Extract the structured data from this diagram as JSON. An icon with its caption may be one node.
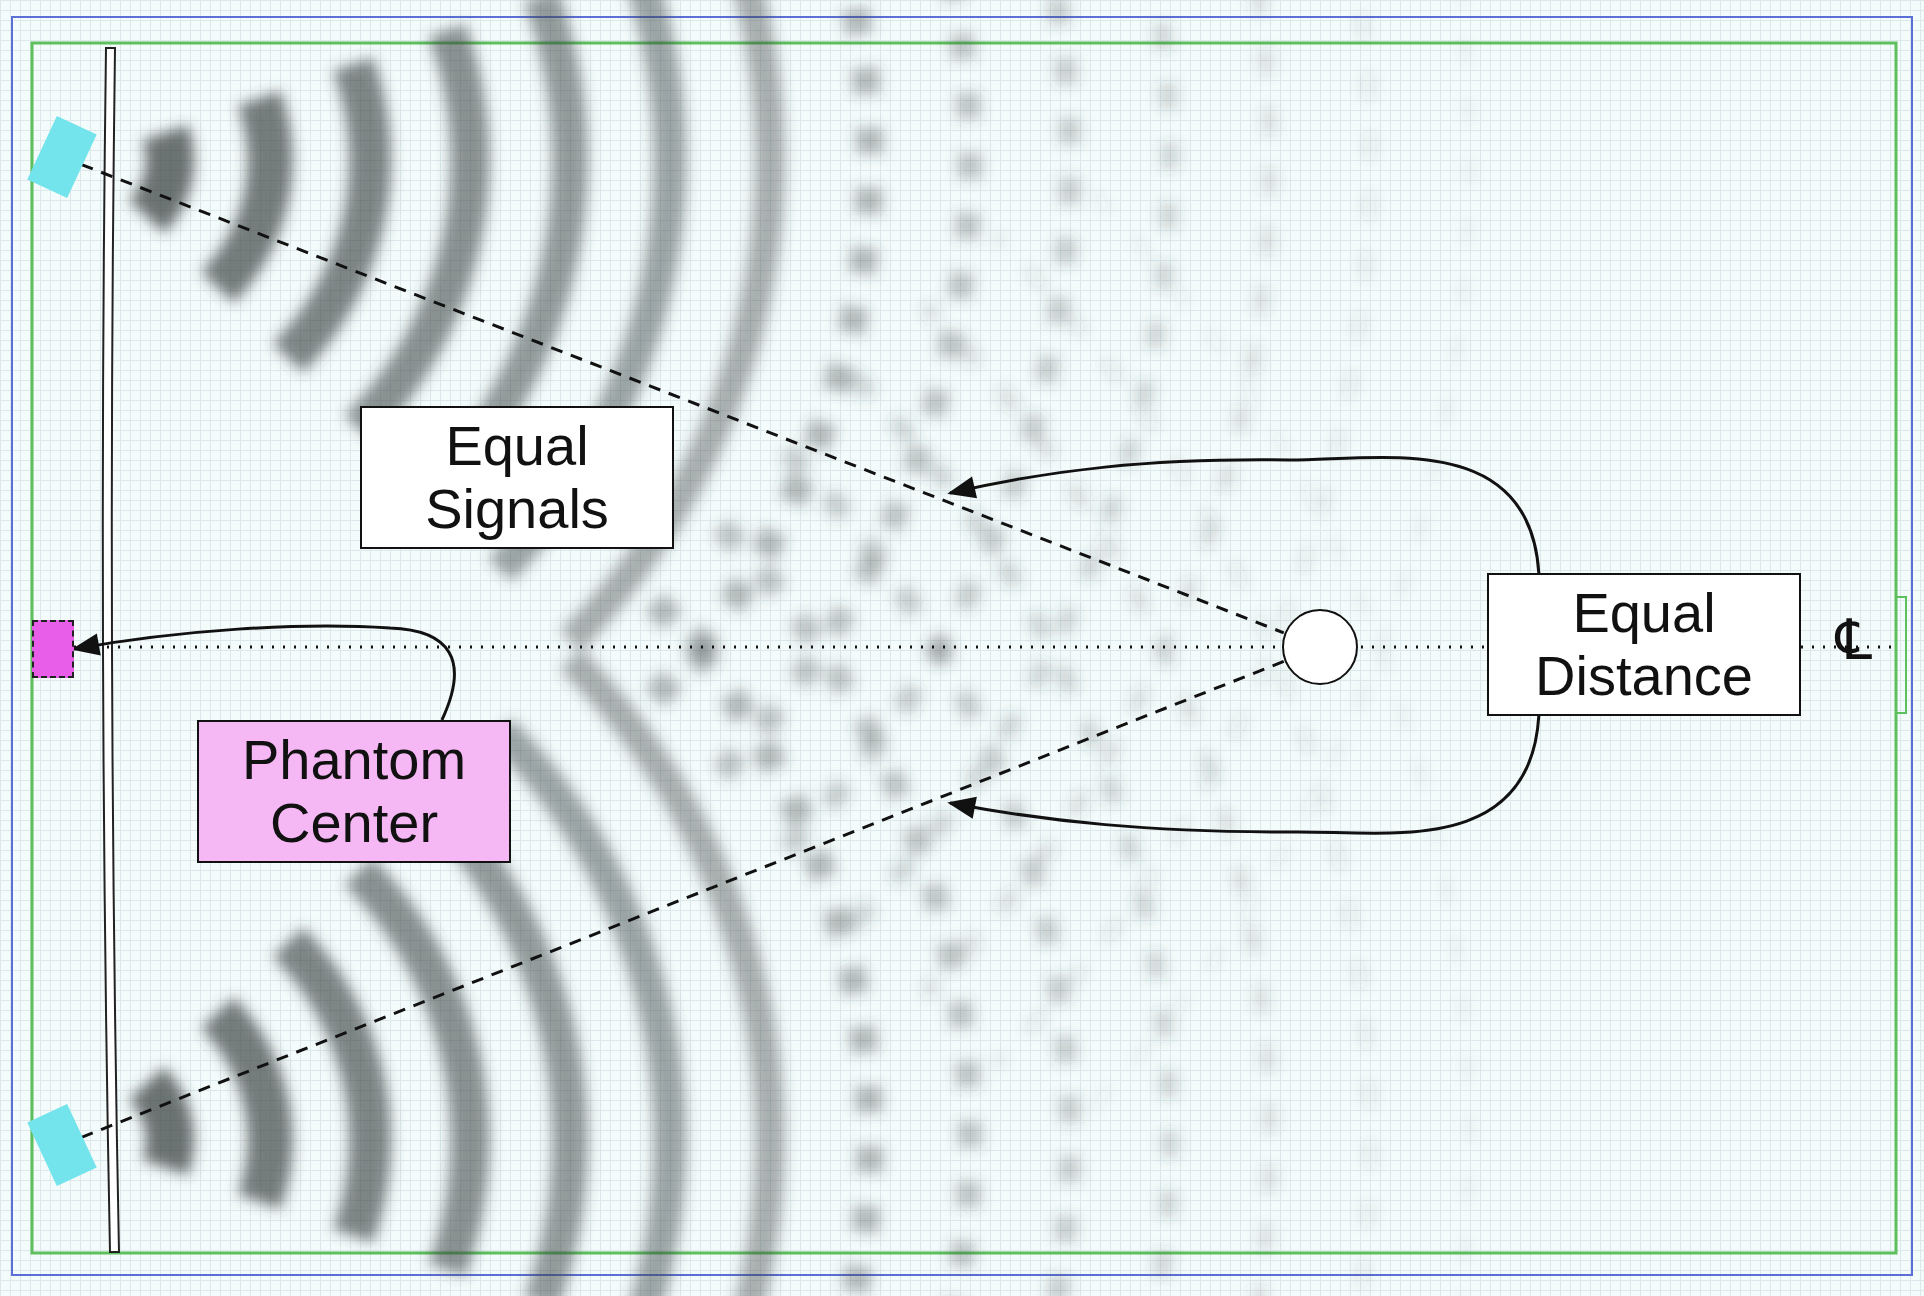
{
  "diagram": {
    "nodes": [
      {
        "text": [],
        "shape": "box"
      },
      {
        "text": [
          "Equal Signals"
        ]
      },
      {
        "text": [],
        "shape": "box"
      },
      {
        "text": [],
        "shape": "circle"
      },
      {
        "text": [
          "Equal Distance"
        ]
      },
      {
        "text": [
          "Phantom Center"
        ]
      },
      {
        "text": [],
        "shape": "box"
      }
    ],
    "edges": [
      {
        "from": 0,
        "to": 3,
        "arrow": "none",
        "style": "dashed"
      },
      {
        "from": 6,
        "to": 3,
        "arrow": "none",
        "style": "dashed"
      },
      {
        "from": 4,
        "to": null,
        "arrow": "to"
      },
      {
        "from": 4,
        "to": null,
        "arrow": "to"
      },
      {
        "from": 5,
        "to": 2,
        "arrow": "to"
      }
    ],
    "labels": [
      "℄"
    ]
  }
}
